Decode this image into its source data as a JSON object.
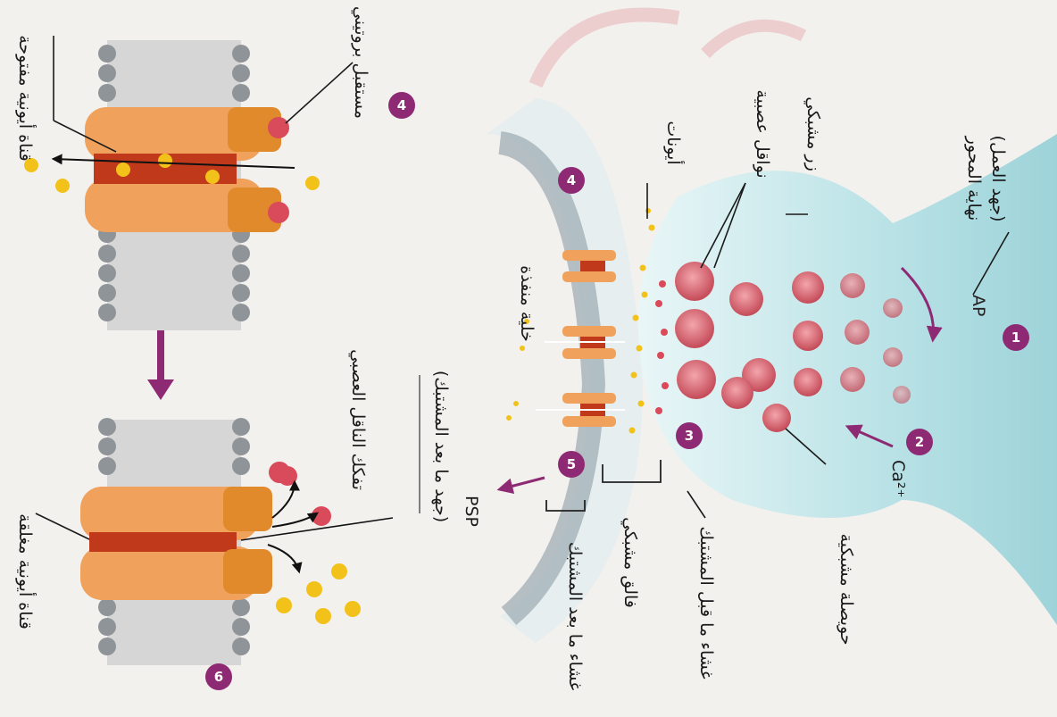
{
  "labels": {
    "action_potential": "(جهد العمل)",
    "axon_terminal": "نهاية المحور",
    "synaptic_knob": "زر مشبكي",
    "neurotransmitters": "نواقل عصبية",
    "ions": "أيونات",
    "vesicle": "حويصلة مشبكية",
    "presynaptic_membrane": "غشاء ما قبل المشتبك",
    "synaptic_cleft": "فالق مشبكي",
    "postsynaptic_membrane": "غشاء ما بعد المشتبك",
    "target_cell": "خلية منفذة",
    "psp_ar": "(جهد ما بعد المشتبك)",
    "ap_abbr": "AP",
    "ca_ion": "Ca²⁺",
    "psp_abbr": "PSP",
    "protein_receptor": "مستقبل بروتيني",
    "open_channel": "قناة أيونية مفتوحة",
    "closed_channel": "قناة أيونية مغلقة",
    "nt_release": "تفكك الناقل العصبي"
  },
  "steps": [
    "1",
    "2",
    "3",
    "4",
    "5",
    "4",
    "6"
  ],
  "colors": {
    "accent": "#8e2a74",
    "terminal": "#b9e2e6",
    "vesicle": "#d4646e",
    "ion": "#f2c21a",
    "protein": "#f0a25c",
    "channel_dark": "#c0391b",
    "membrane_head": "#8f9499"
  }
}
